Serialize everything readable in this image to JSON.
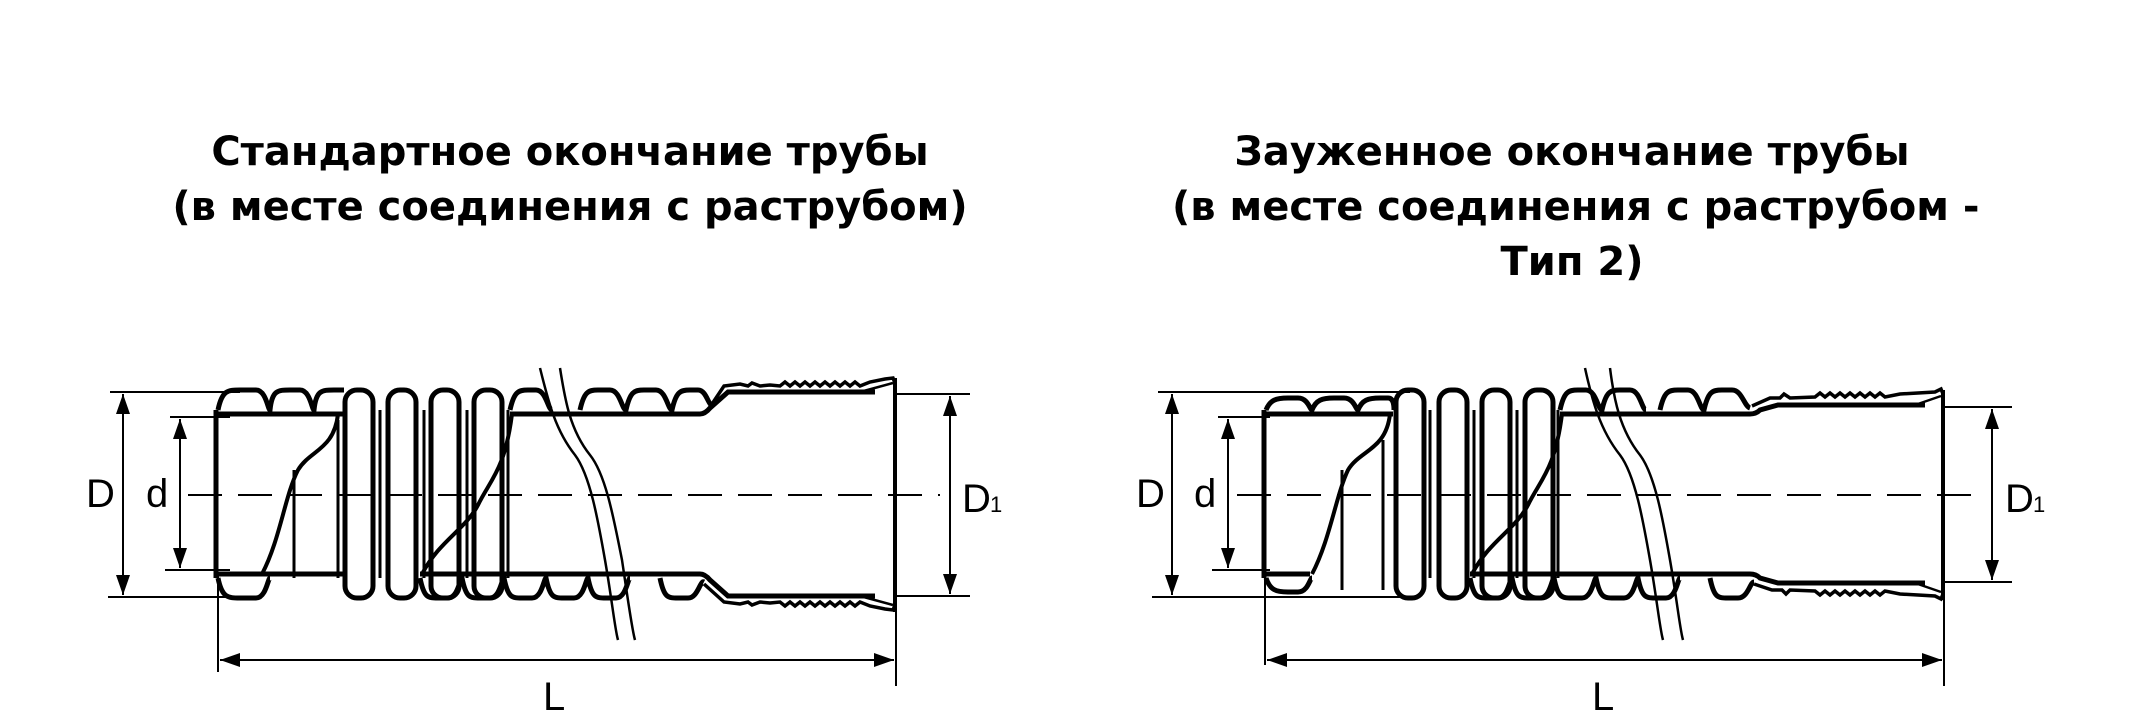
{
  "figures": [
    {
      "id": "standard",
      "title_lines": [
        "Стандартное окончание трубы",
        "(в месте соединения с раструбом)"
      ],
      "labels": {
        "D": "D",
        "d": "d",
        "D1": "D",
        "D1_sub": "1",
        "L": "L"
      }
    },
    {
      "id": "narrowed",
      "title_lines": [
        "Зауженное окончание трубы",
        "(в месте соединения с раструбом -",
        "Тип 2)"
      ],
      "labels": {
        "D": "D",
        "d": "d",
        "D1": "D",
        "D1_sub": "1",
        "L": "L"
      }
    }
  ],
  "colors": {
    "line": "#000000",
    "background": "#ffffff"
  }
}
